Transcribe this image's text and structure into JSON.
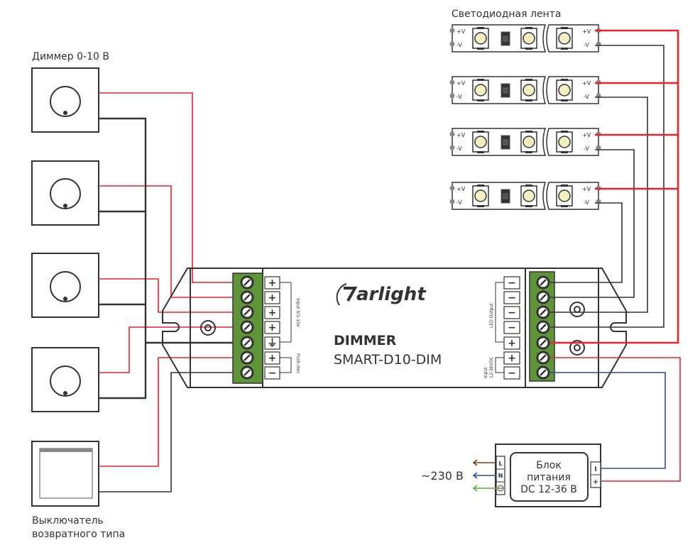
{
  "titles": {
    "led_strip": "Светодиодная лента",
    "dimmer": "Диммер 0-10 В",
    "switch_line1": "Выключатель",
    "switch_line2": "возвратного типа"
  },
  "device": {
    "logo": "arlight",
    "name": "DIMMER",
    "model": "SMART-D10-DIM",
    "left_terminals": [
      "+",
      "+",
      "+",
      "+",
      "⏚",
      "+",
      "−"
    ],
    "right_terminals": [
      "−",
      "−",
      "−",
      "−",
      "+",
      "+",
      "−"
    ],
    "label_input_dim": "Input 0/1-10v",
    "label_push": "Push-dim",
    "label_led_output": "LED Output",
    "label_input_power_1": "Input",
    "label_input_power_2": "12-36VDC"
  },
  "strip": {
    "plus": "+V",
    "minus": "-V"
  },
  "psu": {
    "line1": "Блок",
    "line2": "питания",
    "line3": "DC 12-36 В",
    "in_terminals": [
      "L",
      "N"
    ],
    "out_terminals": [
      "I",
      "+"
    ],
    "mains": "~230 В"
  },
  "colors": {
    "positive": "#e8232a",
    "negative": "#333333",
    "blue": "#2c4d9e",
    "brown": "#7a3d12",
    "green": "#5cb030",
    "terminal_block": "#5f9438"
  }
}
